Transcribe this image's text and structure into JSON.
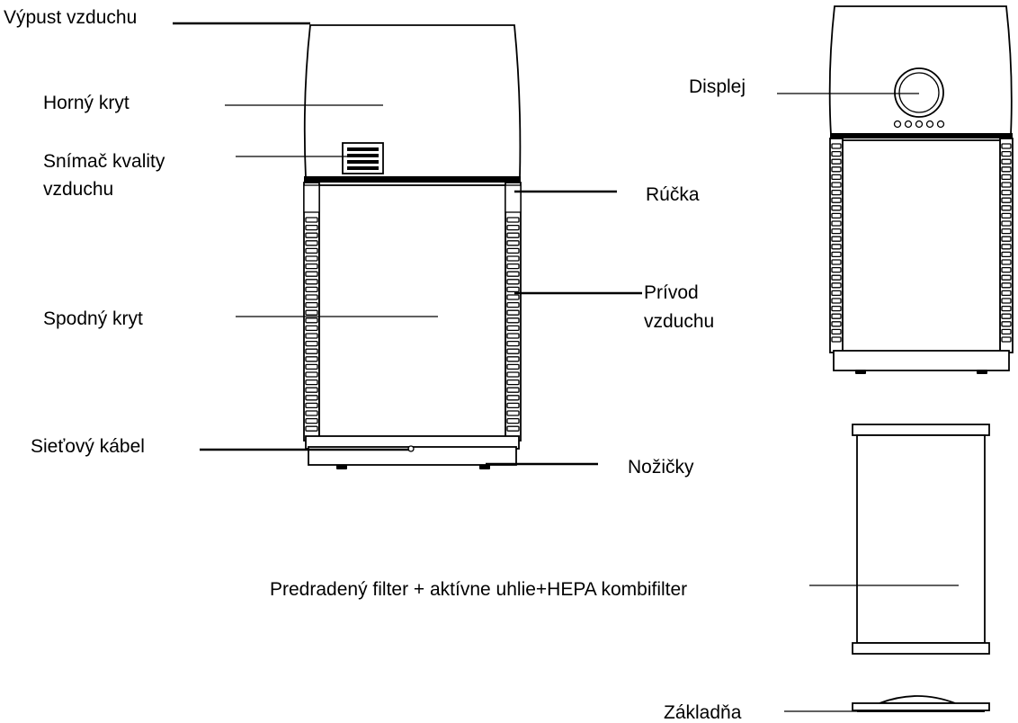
{
  "labels": {
    "air_outlet": "Výpust vzduchu",
    "top_cover": "Horný kryt",
    "air_quality_sensor_line1": "Snímač  kvality",
    "air_quality_sensor_line2": "vzduchu",
    "bottom_cover": "Spodný kryt",
    "power_cable": "Sieťový kábel",
    "handle": "Rúčka",
    "air_inlet_line1": "Prívod",
    "air_inlet_line2": "vzduchu",
    "feet": "Nožičky",
    "display": "Displej",
    "filter": "Predradený filter + aktívne uhlie+HEPA kombifilter",
    "base": "Základňa"
  },
  "colors": {
    "line": "#000000",
    "background": "#ffffff"
  }
}
